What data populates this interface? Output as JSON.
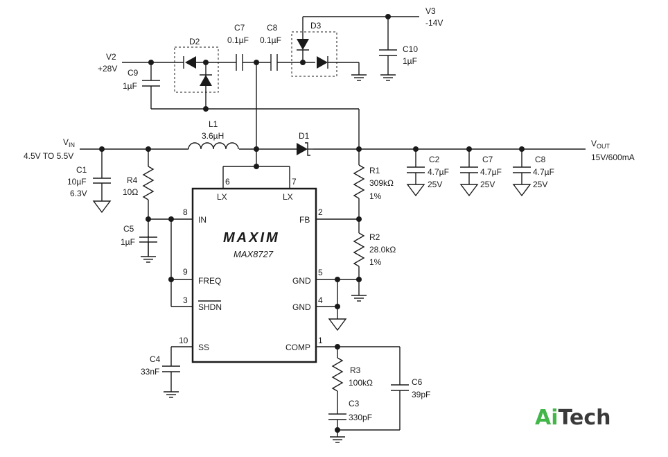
{
  "sources": {
    "vin_label_main": "V",
    "vin_label_sub": "IN",
    "vin_range": "4.5V TO 5.5V",
    "v2_name": "V2",
    "v2_value": "+28V",
    "v3_name": "V3",
    "v3_value": "-14V",
    "vout_label_main": "V",
    "vout_label_sub": "OUT",
    "vout_value": "15V/600mA"
  },
  "components": {
    "c1": {
      "name": "C1",
      "v1": "10µF",
      "v2": "6.3V"
    },
    "r4": {
      "name": "R4",
      "v1": "10Ω"
    },
    "c5": {
      "name": "C5",
      "v1": "1µF"
    },
    "c4": {
      "name": "C4",
      "v1": "33nF"
    },
    "l1": {
      "name": "L1",
      "v1": "3.6µH"
    },
    "d1": {
      "name": "D1"
    },
    "d2": {
      "name": "D2"
    },
    "d3": {
      "name": "D3"
    },
    "c7_top": {
      "name": "C7",
      "v1": "0.1µF"
    },
    "c8_top": {
      "name": "C8",
      "v1": "0.1µF"
    },
    "c9": {
      "name": "C9",
      "v1": "1µF"
    },
    "c10": {
      "name": "C10",
      "v1": "1µF"
    },
    "r1": {
      "name": "R1",
      "v1": "309kΩ",
      "v2": "1%"
    },
    "r2": {
      "name": "R2",
      "v1": "28.0kΩ",
      "v2": "1%"
    },
    "r3": {
      "name": "R3",
      "v1": "100kΩ"
    },
    "c3": {
      "name": "C3",
      "v1": "330pF"
    },
    "c6": {
      "name": "C6",
      "v1": "39pF"
    },
    "c2": {
      "name": "C2",
      "v1": "4.7µF",
      "v2": "25V"
    },
    "c7_out": {
      "name": "C7",
      "v1": "4.7µF",
      "v2": "25V"
    },
    "c8_out": {
      "name": "C8",
      "v1": "4.7µF",
      "v2": "25V"
    }
  },
  "ic": {
    "brand": "MAXIM",
    "part": "MAX8727",
    "pins": {
      "lx6": {
        "num": "6",
        "label": "LX"
      },
      "lx7": {
        "num": "7",
        "label": "LX"
      },
      "in": {
        "num": "8",
        "label": "IN"
      },
      "freq": {
        "num": "9",
        "label": "FREQ"
      },
      "shdn": {
        "num": "3",
        "label": "SHDN"
      },
      "ss": {
        "num": "10",
        "label": "SS"
      },
      "fb": {
        "num": "2",
        "label": "FB"
      },
      "gnd5": {
        "num": "5",
        "label": "GND"
      },
      "gnd4": {
        "num": "4",
        "label": "GND"
      },
      "comp": {
        "num": "1",
        "label": "COMP"
      }
    }
  },
  "watermark": {
    "part_a": "Ai",
    "part_b": "Tech",
    "color_a": "#43b649",
    "color_b": "#3a3a3a"
  }
}
